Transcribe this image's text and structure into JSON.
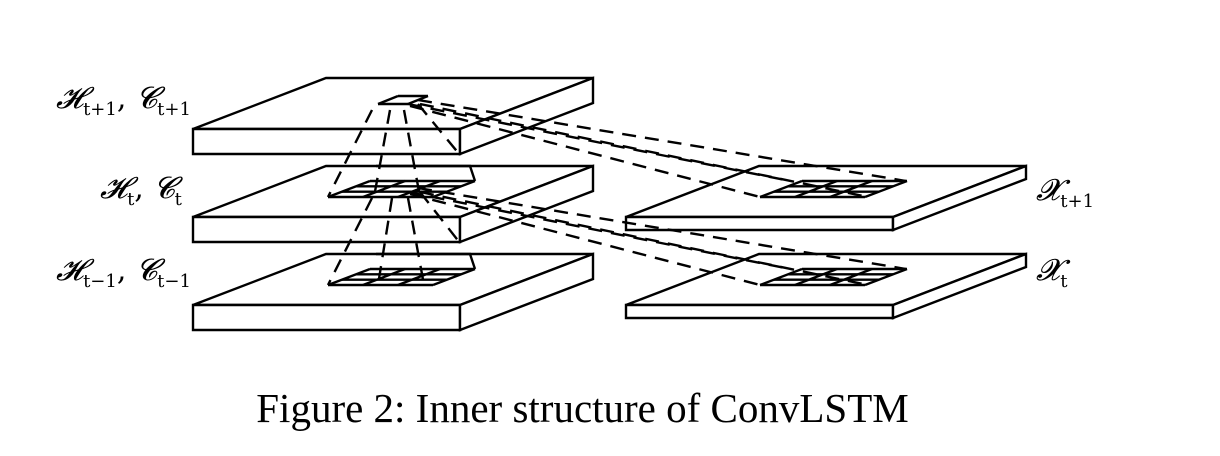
{
  "diagram": {
    "hidden_layers": [
      {
        "id": "h-t-plus-1",
        "label_main": "𝓗",
        "label_sub": "t+1",
        "label_main2": "𝓒",
        "label_sub2": "t+1",
        "full_label": "H_{t+1}, C_{t+1}"
      },
      {
        "id": "h-t",
        "label_main": "𝓗",
        "label_sub": "t",
        "label_main2": "𝓒",
        "label_sub2": "t",
        "full_label": "H_t, C_t"
      },
      {
        "id": "h-t-minus-1",
        "label_main": "𝓗",
        "label_sub": "t−1",
        "label_main2": "𝓒",
        "label_sub2": "t−1",
        "full_label": "H_{t-1}, C_{t-1}"
      }
    ],
    "input_layers": [
      {
        "id": "x-t-plus-1",
        "label_main": "𝓧",
        "label_sub": "t+1",
        "full_label": "X_{t+1}"
      },
      {
        "id": "x-t",
        "label_main": "𝓧",
        "label_sub": "t",
        "full_label": "X_t"
      }
    ],
    "kernel_grid": "3x3"
  },
  "caption": "Figure 2: Inner structure of ConvLSTM"
}
